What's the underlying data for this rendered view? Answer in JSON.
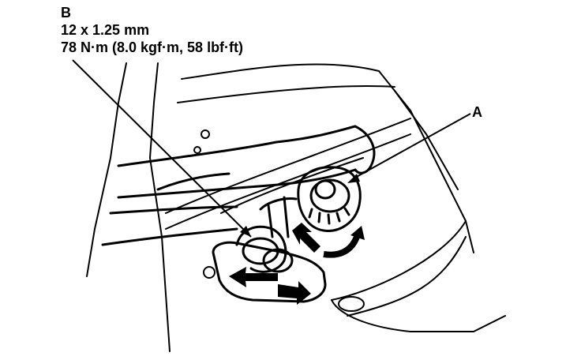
{
  "callouts": {
    "b": {
      "letter": "B",
      "size": "12 x 1.25 mm",
      "torque": "78 N·m (8.0 kgf·m, 58 lbf·ft)"
    },
    "a": {
      "letter": "A"
    }
  },
  "colors": {
    "ink": "#000000",
    "paper": "#ffffff"
  }
}
